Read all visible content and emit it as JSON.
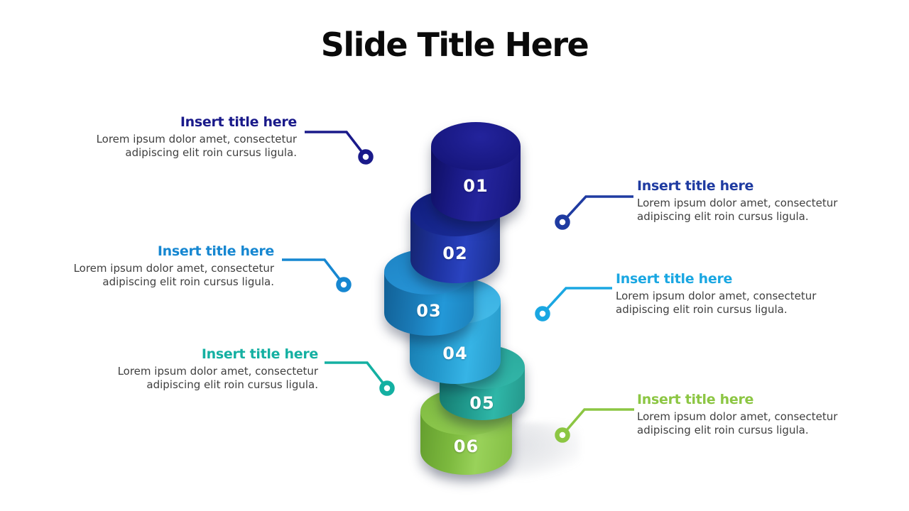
{
  "slide": {
    "title": "Slide Title Here"
  },
  "items": [
    {
      "number": "01",
      "side": "left",
      "title": "Insert title here",
      "description": "Lorem ipsum dolor amet, consectetur adipiscing elit roin cursus ligula.",
      "accent": "#1a1a8a"
    },
    {
      "number": "02",
      "side": "right",
      "title": "Insert title here",
      "description": "Lorem ipsum dolor amet, consectetur adipiscing elit roin cursus ligula.",
      "accent": "#1f3ba1"
    },
    {
      "number": "03",
      "side": "left",
      "title": "Insert title here",
      "description": "Lorem ipsum dolor amet, consectetur adipiscing elit roin cursus ligula.",
      "accent": "#1687d1"
    },
    {
      "number": "04",
      "side": "right",
      "title": "Insert title here",
      "description": "Lorem ipsum dolor amet, consectetur adipiscing elit roin cursus ligula.",
      "accent": "#1aa7e2"
    },
    {
      "number": "05",
      "side": "left",
      "title": "Insert title here",
      "description": "Lorem ipsum dolor amet, consectetur adipiscing elit roin cursus ligula.",
      "accent": "#14b0a2"
    },
    {
      "number": "06",
      "side": "right",
      "title": "Insert title here",
      "description": "Lorem ipsum dolor amet, consectetur adipiscing elit roin cursus ligula.",
      "accent": "#8cc643"
    }
  ]
}
